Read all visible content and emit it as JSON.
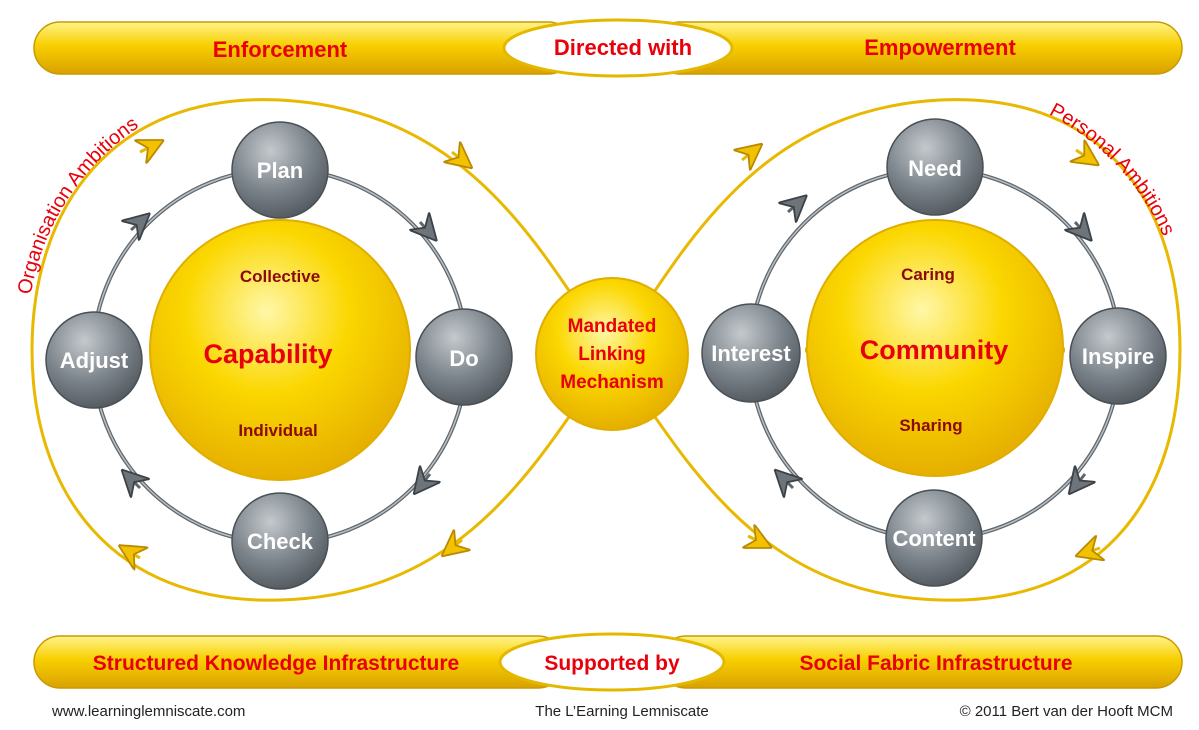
{
  "top_banner": {
    "left": "Enforcement",
    "center": "Directed with",
    "right": "Empowerment"
  },
  "bottom_banner": {
    "left": "Structured  Knowledge Infrastructure",
    "center": "Supported by",
    "right": "Social Fabric Infrastructure"
  },
  "arc_labels": {
    "left": "Organisation Ambitions",
    "right": "Personal Ambitions"
  },
  "left_cycle": {
    "center_title": "Capability",
    "center_top": "Collective",
    "center_bottom": "Individual",
    "nodes": {
      "top": "Plan",
      "right": "Do",
      "bottom": "Check",
      "left": "Adjust"
    }
  },
  "right_cycle": {
    "center_title": "Community",
    "center_top": "Caring",
    "center_bottom": "Sharing",
    "nodes": {
      "top": "Need",
      "right": "Inspire",
      "bottom": "Content",
      "left": "Interest"
    }
  },
  "center_hub": {
    "line1": "Mandated",
    "line2": "Linking",
    "line3": "Mechanism"
  },
  "footer": {
    "left": "www.learninglemniscate.com",
    "center": "The L’Earning Lemniscate",
    "right": "© 2011 Bert van der Hooft MCM"
  },
  "colors": {
    "yellow": "#f7c600",
    "gold_stroke": "#d4a500",
    "grey": "#7d858c",
    "red": "#e8000b",
    "dark_red": "#8b0a0a"
  }
}
